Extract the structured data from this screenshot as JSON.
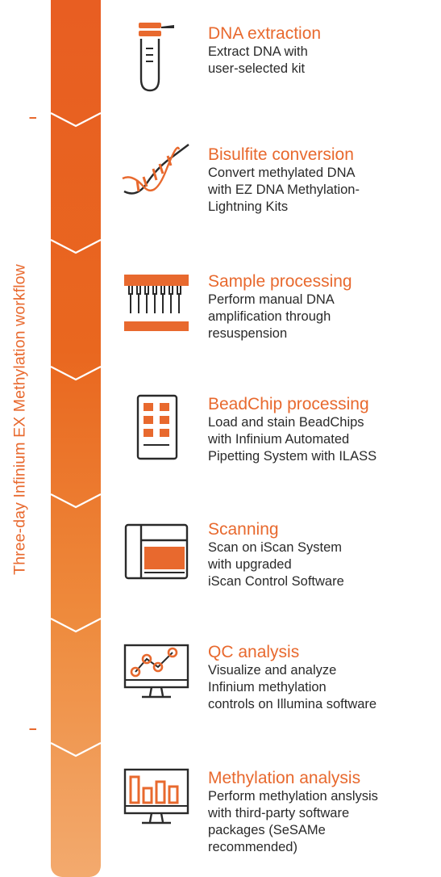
{
  "workflow_label": "Three-day Infinium EX Methylation workflow",
  "colors": {
    "accent": "#e8692e",
    "text": "#2a2a2a"
  },
  "steps": [
    {
      "icon": "tube-icon",
      "title": "DNA extraction",
      "desc": "Extract DNA with\nuser-selected kit"
    },
    {
      "icon": "dna-helix-icon",
      "title": "Bisulfite conversion",
      "desc": "Convert methylated DNA\nwith EZ DNA Methylation-\nLightning Kits"
    },
    {
      "icon": "multichannel-pipette-icon",
      "title": "Sample processing",
      "desc": "Perform manual DNA\namplification through\nresuspension"
    },
    {
      "icon": "beadchip-icon",
      "title": "BeadChip processing",
      "desc": "Load and stain BeadChips\nwith Infinium Automated\nPipetting System with ILASS"
    },
    {
      "icon": "scanner-icon",
      "title": "Scanning",
      "desc": "Scan on iScan System\nwith upgraded\niScan Control Software"
    },
    {
      "icon": "monitor-line-chart-icon",
      "title": "QC analysis",
      "desc": "Visualize and analyze\nInfinium methylation\ncontrols on Illumina software"
    },
    {
      "icon": "monitor-bar-chart-icon",
      "title": "Methylation analysis",
      "desc": "Perform methylation anslysis\nwith third-party software\npackages (SeSAMe\nrecommended)"
    }
  ]
}
